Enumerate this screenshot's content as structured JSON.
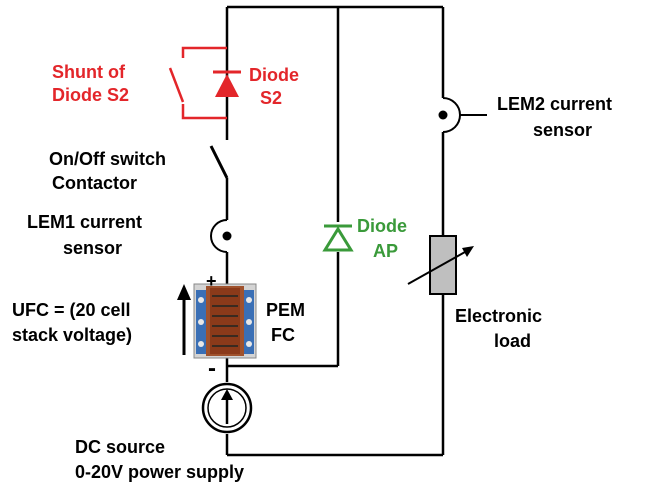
{
  "labels": {
    "shunt_line1": "Shunt of",
    "shunt_line2": "Diode S2",
    "diode_s2_line1": "Diode",
    "diode_s2_line2": "S2",
    "lem2_line1": "LEM2 current",
    "lem2_line2": "sensor",
    "switch_line1": "On/Off switch",
    "switch_line2": "Contactor",
    "lem1_line1": "LEM1 current",
    "lem1_line2": "sensor",
    "diode_ap_line1": "Diode",
    "diode_ap_line2": "AP",
    "ufc_line1": "UFC = (20 cell",
    "ufc_line2": "stack voltage)",
    "pem_line1": "PEM",
    "pem_line2": "FC",
    "plus": "+",
    "minus": "-",
    "load_line1": "Electronic",
    "load_line2": "load",
    "dc_line1": "DC source",
    "dc_line2": "0-20V power supply"
  },
  "colors": {
    "red": "#e3262a",
    "green": "#3a9a3a",
    "wire": "#000000",
    "load_fill": "#bfbfbf"
  }
}
